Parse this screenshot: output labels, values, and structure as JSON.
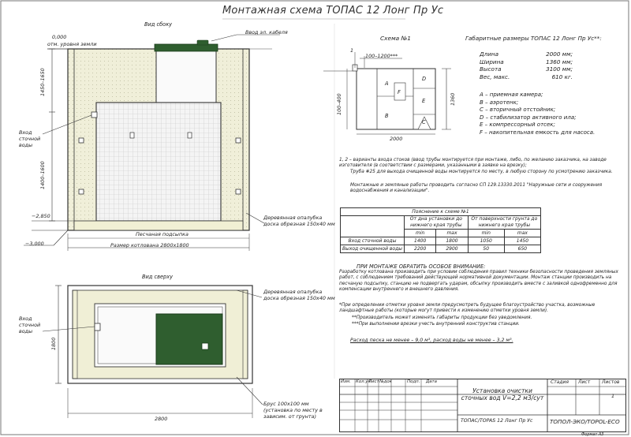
{
  "title": "Монтажная схема ТОПАС 12 Лонг Пр Ус",
  "side_view": {
    "heading": "Вид сбоку",
    "level_zero": "0,000",
    "ground_level": "отм. уровня земли",
    "cable_entry": "Ввод эл. кабеля",
    "inlet": "Вход сточной воды",
    "elev_2850": "−2,850",
    "elev_3000": "−3,000",
    "formwork": "Деревянная опалубка доска обрезная 150х40 мм",
    "sand_bed": "Песчаная подсыпка",
    "pit_size": "Размер котлована 2800х1800",
    "dim_1450_1650": "1450–1650",
    "dim_1400_1600": "1400–1600"
  },
  "top_view": {
    "heading": "Вид сверху",
    "formwork": "Деревянная опалубка доска обрезная 150х40 мм",
    "inlet": "Вход сточной воды",
    "beam": "Брус 100х100 мм (установка по месту в зависим. от грунта)",
    "dim_1800": "1800",
    "dim_2800": "2800"
  },
  "scheme1": {
    "heading": "Схема №1",
    "dim_top": "100–1200***",
    "dim_left": "100–400",
    "dim_bottom": "2000",
    "dim_right": "1360",
    "marker": "1",
    "zones": [
      "A",
      "B",
      "C",
      "D",
      "E",
      "F"
    ]
  },
  "dimensions": {
    "heading": "Габаритные размеры ТОПАС 12 Лонг Пр Ус**:",
    "rows": [
      {
        "label": "Длина",
        "value": "2000 мм;"
      },
      {
        "label": "Ширина",
        "value": "1360 мм;"
      },
      {
        "label": "Высота",
        "value": "3100 мм;"
      },
      {
        "label": "Вес, макс.",
        "value": "610 кг."
      }
    ]
  },
  "legend": [
    "A – приемная камера;",
    "B – аэротенк;",
    "C – вторичный отстойник;",
    "D – стабилизатор активного ила;",
    "E – компрессорный отсек;",
    "F – накопительная емкость для насоса."
  ],
  "notes": [
    "1, 2 – варианты входа стоков (ввод трубы монтируется при монтаже, либо, по желанию заказчика, на заводе изготовителя (в соответствии с размерами, указанными в заявке на врезку);",
    "Труба #25 для выхода очищенной воды монтируется по месту, в любую сторону по усмотрению заказчика.",
    "Монтажные и земляные работы проводить согласно СП 129.13330.2011 \"Наружные сети и сооружения водоснабжения и канализации\"."
  ],
  "table": {
    "caption": "Пояснение к схеме №1",
    "col1": "От дна установки до нижнего края трубы",
    "col2": "От поверхности грунта до нижнего края трубы",
    "min": "min",
    "max": "max",
    "rows": [
      {
        "name": "Вход сточной воды",
        "v": [
          "1400",
          "1800",
          "1050",
          "1450"
        ]
      },
      {
        "name": "Выход очищенной воды",
        "v": [
          "2200",
          "2900",
          "50",
          "650"
        ]
      }
    ]
  },
  "attention": {
    "heading": "ПРИ МОНТАЖЕ ОБРАТИТЬ ОСОБОЕ ВНИМАНИЕ:",
    "text": "Разработку котлована производить при условии соблюдения правил техники безопасности проведения земляных работ, с соблюдением требований действующей нормативной документации. Монтаж станции производить на песчаную подсыпку, станцию не подвергать ударам, обсыпку производить вместе с заливкой однофременно для компенсации внутреннего и внешнего давления.",
    "note1": "*При определении отметки уровня земли предусмотреть будущее благоустройство участка, возможные ландшафтные работы (которые могут привести к изменению отметки уровня земли).",
    "note2": "**Производитель может изменять габариты продукции без уведомления.",
    "note3": "***При выполнении врезки учесть внутренний конструктив станции.",
    "consumption": "Расход песка не менее – 9,0 м³, расход воды не менее – 3,2 м³."
  },
  "stamp": {
    "cols": [
      "Изм.",
      "Кол.уч",
      "Лист",
      "№док",
      "Подп.",
      "Дата"
    ],
    "product": "Установка очистки сточных вод V=2,2 м3/сут",
    "model": "ТОПАС/TOPAS 12 Лонг Пр Ус",
    "stage": "Стадия",
    "sheet": "Лист",
    "sheets": "Листов",
    "sheets_value": "1",
    "company": "ТОПОЛ-ЭКО/TOPOL-ECO",
    "format": "Формат А3"
  },
  "colors": {
    "lid": "#2f5e2f",
    "sand": "#f0efd6",
    "tank": "#f7f7f7",
    "line": "#333333"
  }
}
